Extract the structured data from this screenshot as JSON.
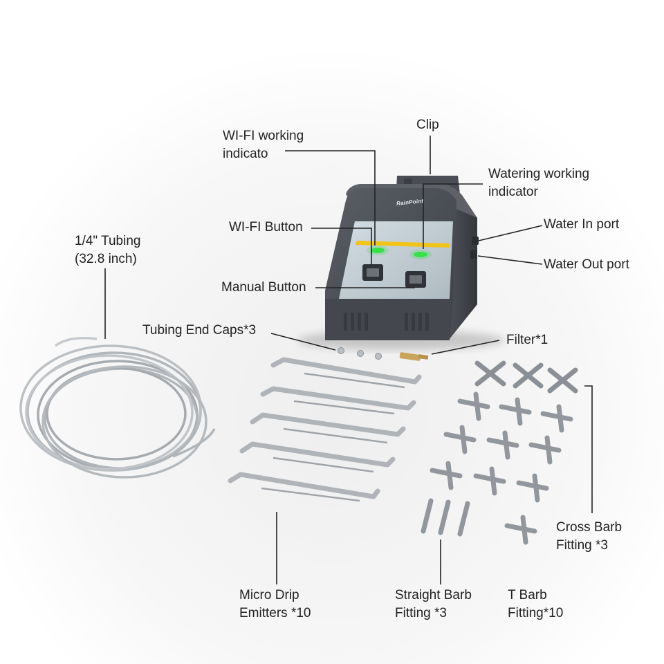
{
  "brand": "RainPoint",
  "labels": {
    "clip": "Clip",
    "wifi_indicator": [
      "WI-FI working",
      "indicato"
    ],
    "watering_indicator": [
      "Watering working",
      "indicator"
    ],
    "wifi_button": "WI-FI Button",
    "water_in": "Water In port",
    "water_out": "Water Out port",
    "manual_button": "Manual Button",
    "tubing": [
      "1/4\" Tubing",
      "(32.8 inch)"
    ],
    "end_caps": "Tubing End Caps*3",
    "filter": "Filter*1",
    "cross_barb": [
      "Cross Barb",
      "Fitting *3"
    ],
    "micro_drip": [
      "Micro Drip",
      "Emitters *10"
    ],
    "straight_barb": [
      "Straight Barb",
      "Fitting *3"
    ],
    "t_barb": [
      "T Barb",
      "Fitting*10"
    ]
  },
  "colors": {
    "device_body": "#4b4f56",
    "device_face": "#3a3e44",
    "panel": "#c4cfd5",
    "yellow_stripe": "#f0c419",
    "led_green": "#39e04a",
    "tubing": "#9aa1a6",
    "fitting": "#8a9096"
  }
}
